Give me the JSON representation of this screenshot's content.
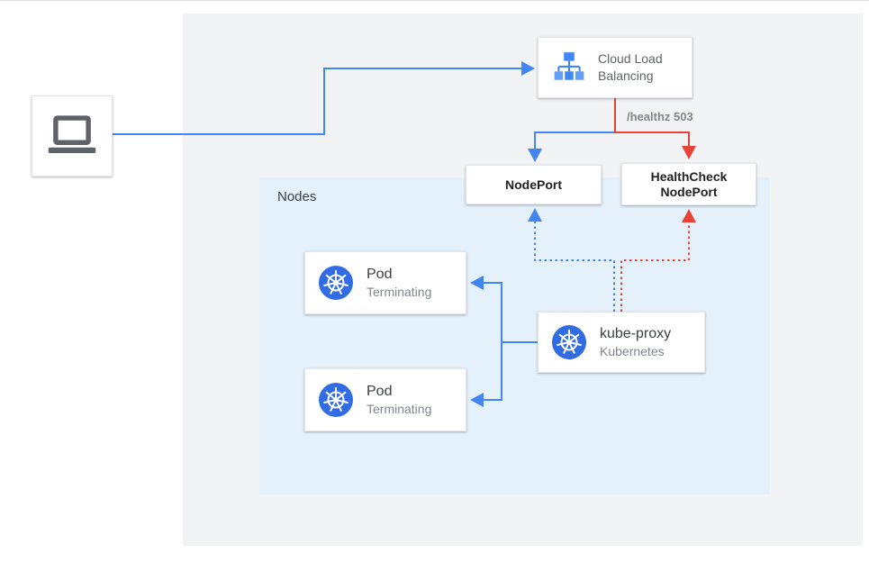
{
  "palette": {
    "line_blue": "#4285f4",
    "line_red": "#ea4335",
    "kubernetes_blue": "#326ce5",
    "nodes_region_bg": "#e4f1fb",
    "panel_bg": "#f1f3f4"
  },
  "diagram": {
    "nodes_region_label": "Nodes",
    "load_balancer": {
      "label": "Cloud Load Balancing"
    },
    "health_check_path_label": "/healthz 503",
    "node_port": {
      "label": "NodePort"
    },
    "health_check_node_port": {
      "label": "HealthCheck NodePort"
    },
    "kube_proxy": {
      "title": "kube-proxy",
      "subtitle": "Kubernetes"
    },
    "pods": [
      {
        "title": "Pod",
        "subtitle": "Terminating"
      },
      {
        "title": "Pod",
        "subtitle": "Terminating"
      }
    ]
  }
}
